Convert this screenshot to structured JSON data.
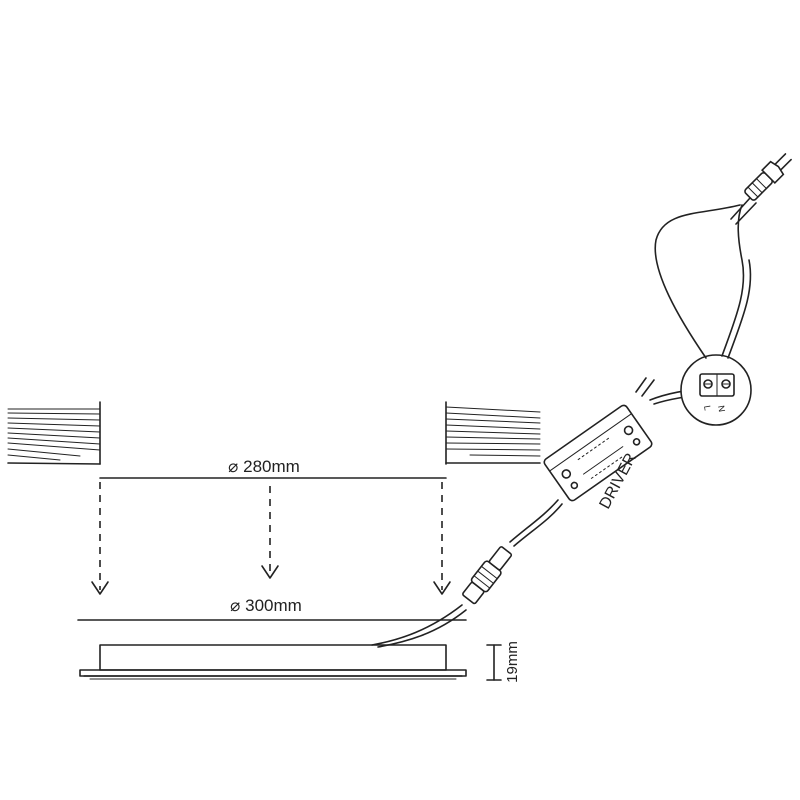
{
  "dimensions": {
    "cutout_label": "⌀ 280mm",
    "panel_label": "⌀ 300mm",
    "height_label": "19mm"
  },
  "driver": {
    "label": "DRIVER"
  },
  "terminal": {
    "l_label": "L",
    "n_label": "N"
  }
}
